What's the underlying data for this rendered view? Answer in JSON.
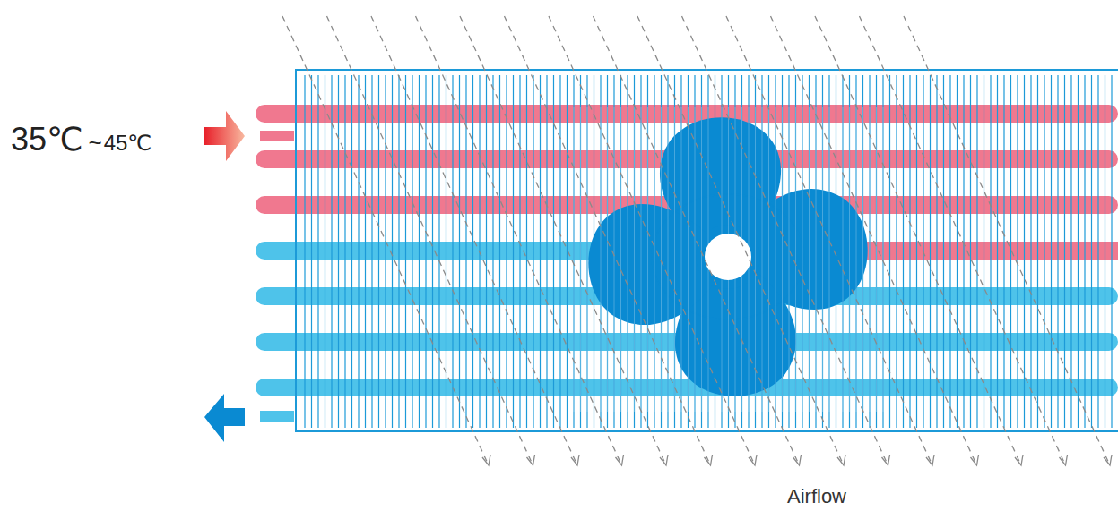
{
  "diagram": {
    "labels": [
      "35℃",
      "~",
      "45℃",
      "Airflow"
    ]
  }
}
